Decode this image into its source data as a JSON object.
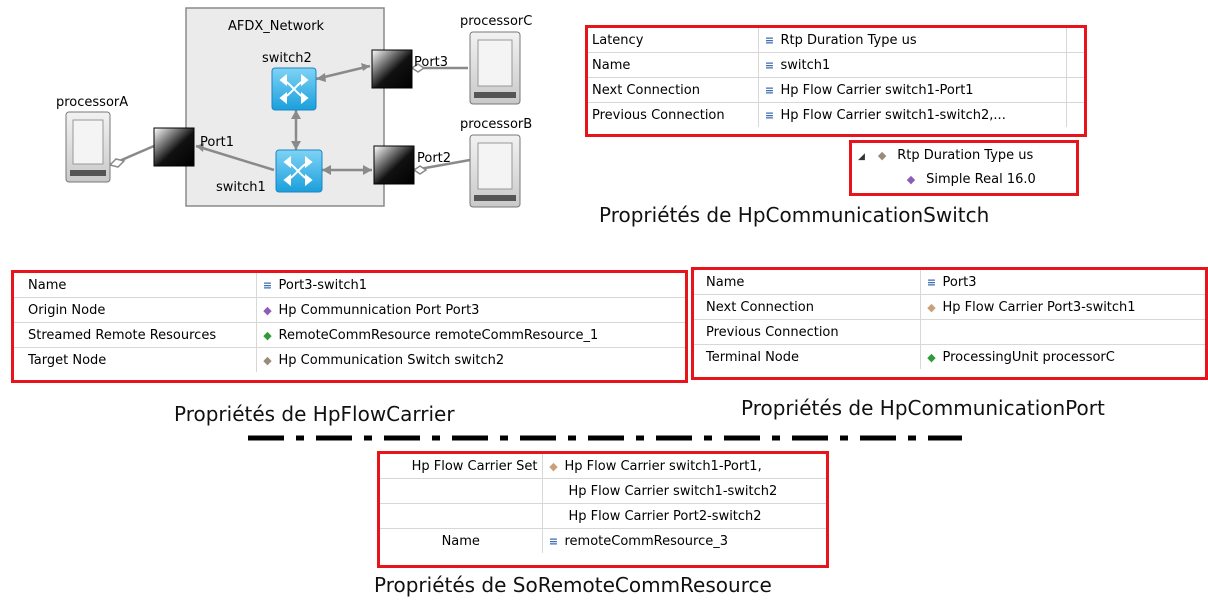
{
  "diagram": {
    "network_label": "AFDX_Network",
    "switch2_label": "switch2",
    "switch1_label": "switch1",
    "port1_label": "Port1",
    "port2_label": "Port2",
    "port3_label": "Port3",
    "processorA_label": "processorA",
    "processorB_label": "processorB",
    "processorC_label": "processorC"
  },
  "switch_props": {
    "rows": [
      {
        "name": "Latency",
        "icon": "list-icon",
        "value": "Rtp Duration Type us"
      },
      {
        "name": "Name",
        "icon": "list-icon",
        "value": "switch1"
      },
      {
        "name": "Next Connection",
        "icon": "list-icon",
        "value": "Hp Flow Carrier switch1-Port1"
      },
      {
        "name": "Previous Connection",
        "icon": "list-icon",
        "value": "Hp Flow Carrier switch1-switch2,..."
      }
    ],
    "tree": {
      "parent": "Rtp Duration Type us",
      "child": "Simple Real 16.0"
    },
    "caption": "Propriétés de HpCommunicationSwitch"
  },
  "flowcarrier_props": {
    "rows": [
      {
        "name": "Name",
        "icon": "list-icon",
        "value": "Port3-switch1"
      },
      {
        "name": "Origin Node",
        "icon": "diamond-purple-icon",
        "value": "Hp Communnication Port Port3"
      },
      {
        "name": "Streamed Remote Resources",
        "icon": "diamond-green-icon",
        "value": "RemoteCommResource remoteCommResource_1"
      },
      {
        "name": "Target Node",
        "icon": "diamond-gray-icon",
        "value": "Hp Communication Switch switch2"
      }
    ],
    "caption": "Propriétés de HpFlowCarrier"
  },
  "port_props": {
    "rows": [
      {
        "name": "Name",
        "icon": "list-icon",
        "value": "Port3"
      },
      {
        "name": "Next Connection",
        "icon": "diamond-tan-icon",
        "value": "Hp Flow Carrier Port3-switch1"
      },
      {
        "name": "Previous Connection",
        "icon": "",
        "value": ""
      },
      {
        "name": "Terminal Node",
        "icon": "diamond-green-icon",
        "value": "ProcessingUnit processorC"
      }
    ],
    "caption": "Propriétés de HpCommunicationPort"
  },
  "remote_props": {
    "rows": [
      {
        "name": "Hp Flow Carrier Set",
        "icon": "diamond-tan-icon",
        "value": "Hp Flow Carrier switch1-Port1,"
      },
      {
        "name": "",
        "icon": "",
        "value": "Hp Flow Carrier switch1-switch2"
      },
      {
        "name": "",
        "icon": "",
        "value": "Hp Flow Carrier Port2-switch2"
      },
      {
        "name": "Name",
        "icon": "list-icon",
        "value": "remoteCommResource_3"
      }
    ],
    "caption": "Propriétés de SoRemoteCommResource"
  },
  "colors": {
    "highlight_border": "#e8141c",
    "switch_fill": "#3fb6e8",
    "port_fill": "#111111",
    "network_fill": "#ebebeb"
  }
}
